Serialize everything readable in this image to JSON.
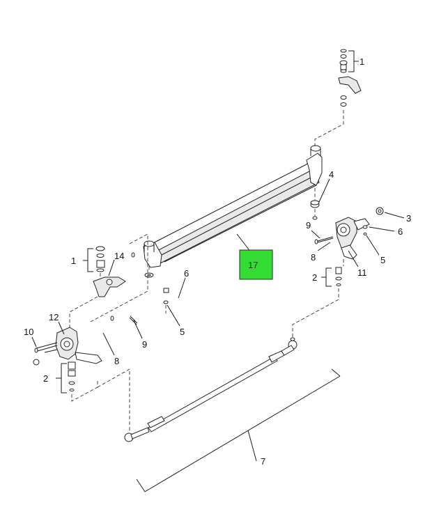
{
  "diagram": {
    "highlight_color": "#33dd33",
    "callouts": {
      "c1_top": "1",
      "c1_left": "1",
      "c2_left": "2",
      "c2_right": "2",
      "c3": "3",
      "c4": "4",
      "c5_mid": "5",
      "c5_right": "5",
      "c6_mid": "6",
      "c6_right": "6",
      "c7": "7",
      "c8_left": "8",
      "c8_right": "8",
      "c9_left": "9",
      "c9_right": "9",
      "c10": "10",
      "c11": "11",
      "c12": "12",
      "c14": "14",
      "c17": "17"
    }
  }
}
